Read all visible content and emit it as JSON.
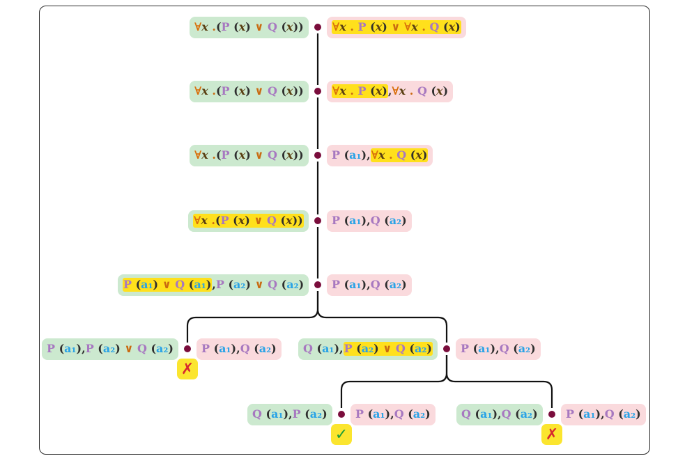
{
  "nodes": [
    {
      "id": "n1",
      "left": [
        [
          [
            "q",
            "∀"
          ],
          [
            "vr",
            "x"
          ],
          [
            "op",
            " ."
          ],
          [
            "pu",
            "("
          ],
          [
            "pr",
            "P"
          ],
          [
            "pu",
            " ("
          ],
          [
            "vr",
            "x"
          ],
          [
            "pu",
            ")"
          ],
          [
            "op",
            " ∨ "
          ],
          [
            "pr",
            "Q"
          ],
          [
            "pu",
            " ("
          ],
          [
            "vr",
            "x"
          ],
          [
            "pu",
            "))"
          ]
        ]
      ],
      "right": [
        [
          [
            "q",
            "∀"
          ],
          [
            "vr",
            "x"
          ],
          [
            "op",
            " . "
          ],
          [
            "pr",
            "P"
          ],
          [
            "pu",
            " ("
          ],
          [
            "vr",
            "x"
          ],
          [
            "pu",
            ")"
          ],
          [
            "op",
            " ∨ "
          ],
          [
            "q",
            "∀"
          ],
          [
            "vr",
            "x"
          ],
          [
            "op",
            " . "
          ],
          [
            "pr",
            "Q"
          ],
          [
            "pu",
            " ("
          ],
          [
            "vr",
            "x"
          ],
          [
            "pu",
            ")"
          ]
        ]
      ],
      "hl_right": [
        0
      ]
    },
    {
      "id": "n2",
      "left": [
        [
          [
            "q",
            "∀"
          ],
          [
            "vr",
            "x"
          ],
          [
            "op",
            " ."
          ],
          [
            "pu",
            "("
          ],
          [
            "pr",
            "P"
          ],
          [
            "pu",
            " ("
          ],
          [
            "vr",
            "x"
          ],
          [
            "pu",
            ")"
          ],
          [
            "op",
            " ∨ "
          ],
          [
            "pr",
            "Q"
          ],
          [
            "pu",
            " ("
          ],
          [
            "vr",
            "x"
          ],
          [
            "pu",
            "))"
          ]
        ]
      ],
      "right": [
        [
          [
            "q",
            "∀"
          ],
          [
            "vr",
            "x"
          ],
          [
            "op",
            " . "
          ],
          [
            "pr",
            "P"
          ],
          [
            "pu",
            " ("
          ],
          [
            "vr",
            "x"
          ],
          [
            "pu",
            ")"
          ]
        ],
        [
          [
            "q",
            "∀"
          ],
          [
            "vr",
            "x"
          ],
          [
            "op",
            " . "
          ],
          [
            "pr",
            "Q"
          ],
          [
            "pu",
            " ("
          ],
          [
            "vr",
            "x"
          ],
          [
            "pu",
            ")"
          ]
        ]
      ],
      "hl_right": [
        0
      ]
    },
    {
      "id": "n3",
      "left": [
        [
          [
            "q",
            "∀"
          ],
          [
            "vr",
            "x"
          ],
          [
            "op",
            " ."
          ],
          [
            "pu",
            "("
          ],
          [
            "pr",
            "P"
          ],
          [
            "pu",
            " ("
          ],
          [
            "vr",
            "x"
          ],
          [
            "pu",
            ")"
          ],
          [
            "op",
            " ∨ "
          ],
          [
            "pr",
            "Q"
          ],
          [
            "pu",
            " ("
          ],
          [
            "vr",
            "x"
          ],
          [
            "pu",
            "))"
          ]
        ]
      ],
      "right": [
        [
          [
            "pr",
            "P"
          ],
          [
            "pu",
            " ("
          ],
          [
            "cn",
            "a₁"
          ],
          [
            "pu",
            ")"
          ]
        ],
        [
          [
            "q",
            "∀"
          ],
          [
            "vr",
            "x"
          ],
          [
            "op",
            " . "
          ],
          [
            "pr",
            "Q"
          ],
          [
            "pu",
            " ("
          ],
          [
            "vr",
            "x"
          ],
          [
            "pu",
            ")"
          ]
        ]
      ],
      "hl_right": [
        1
      ]
    },
    {
      "id": "n4",
      "left": [
        [
          [
            "q",
            "∀"
          ],
          [
            "vr",
            "x"
          ],
          [
            "op",
            " ."
          ],
          [
            "pu",
            "("
          ],
          [
            "pr",
            "P"
          ],
          [
            "pu",
            " ("
          ],
          [
            "vr",
            "x"
          ],
          [
            "pu",
            ")"
          ],
          [
            "op",
            " ∨ "
          ],
          [
            "pr",
            "Q"
          ],
          [
            "pu",
            " ("
          ],
          [
            "vr",
            "x"
          ],
          [
            "pu",
            "))"
          ]
        ]
      ],
      "right": [
        [
          [
            "pr",
            "P"
          ],
          [
            "pu",
            " ("
          ],
          [
            "cn",
            "a₁"
          ],
          [
            "pu",
            ")"
          ]
        ],
        [
          [
            "pr",
            "Q"
          ],
          [
            "pu",
            " ("
          ],
          [
            "cn",
            "a₂"
          ],
          [
            "pu",
            ")"
          ]
        ]
      ],
      "hl_left": [
        0
      ]
    },
    {
      "id": "n5",
      "left": [
        [
          [
            "pr",
            "P"
          ],
          [
            "pu",
            " ("
          ],
          [
            "cn",
            "a₁"
          ],
          [
            "pu",
            ")"
          ],
          [
            "op",
            " ∨ "
          ],
          [
            "pr",
            "Q"
          ],
          [
            "pu",
            " ("
          ],
          [
            "cn",
            "a₁"
          ],
          [
            "pu",
            ")"
          ]
        ],
        [
          [
            "pr",
            "P"
          ],
          [
            "pu",
            " ("
          ],
          [
            "cn",
            "a₂"
          ],
          [
            "pu",
            ")"
          ],
          [
            "op",
            " ∨ "
          ],
          [
            "pr",
            "Q"
          ],
          [
            "pu",
            " ("
          ],
          [
            "cn",
            "a₂"
          ],
          [
            "pu",
            ")"
          ]
        ]
      ],
      "right": [
        [
          [
            "pr",
            "P"
          ],
          [
            "pu",
            " ("
          ],
          [
            "cn",
            "a₁"
          ],
          [
            "pu",
            ")"
          ]
        ],
        [
          [
            "pr",
            "Q"
          ],
          [
            "pu",
            " ("
          ],
          [
            "cn",
            "a₂"
          ],
          [
            "pu",
            ")"
          ]
        ]
      ],
      "hl_left": [
        0
      ]
    },
    {
      "id": "n6",
      "left": [
        [
          [
            "pr",
            "P"
          ],
          [
            "pu",
            " ("
          ],
          [
            "cn",
            "a₁"
          ],
          [
            "pu",
            ")"
          ]
        ],
        [
          [
            "pr",
            "P"
          ],
          [
            "pu",
            " ("
          ],
          [
            "cn",
            "a₂"
          ],
          [
            "pu",
            ")"
          ],
          [
            "op",
            " ∨ "
          ],
          [
            "pr",
            "Q"
          ],
          [
            "pu",
            " ("
          ],
          [
            "cn",
            "a₂"
          ],
          [
            "pu",
            ")"
          ]
        ]
      ],
      "right": [
        [
          [
            "pr",
            "P"
          ],
          [
            "pu",
            " ("
          ],
          [
            "cn",
            "a₁"
          ],
          [
            "pu",
            ")"
          ]
        ],
        [
          [
            "pr",
            "Q"
          ],
          [
            "pu",
            " ("
          ],
          [
            "cn",
            "a₂"
          ],
          [
            "pu",
            ")"
          ]
        ]
      ],
      "mark": "✗"
    },
    {
      "id": "n7",
      "left": [
        [
          [
            "pr",
            "Q"
          ],
          [
            "pu",
            " ("
          ],
          [
            "cn",
            "a₁"
          ],
          [
            "pu",
            ")"
          ]
        ],
        [
          [
            "pr",
            "P"
          ],
          [
            "pu",
            " ("
          ],
          [
            "cn",
            "a₂"
          ],
          [
            "pu",
            ")"
          ],
          [
            "op",
            " ∨ "
          ],
          [
            "pr",
            "Q"
          ],
          [
            "pu",
            " ("
          ],
          [
            "cn",
            "a₂"
          ],
          [
            "pu",
            ")"
          ]
        ]
      ],
      "right": [
        [
          [
            "pr",
            "P"
          ],
          [
            "pu",
            " ("
          ],
          [
            "cn",
            "a₁"
          ],
          [
            "pu",
            ")"
          ]
        ],
        [
          [
            "pr",
            "Q"
          ],
          [
            "pu",
            " ("
          ],
          [
            "cn",
            "a₂"
          ],
          [
            "pu",
            ")"
          ]
        ]
      ],
      "hl_left": [
        1
      ]
    },
    {
      "id": "n8",
      "left": [
        [
          [
            "pr",
            "Q"
          ],
          [
            "pu",
            " ("
          ],
          [
            "cn",
            "a₁"
          ],
          [
            "pu",
            ")"
          ]
        ],
        [
          [
            "pr",
            "P"
          ],
          [
            "pu",
            " ("
          ],
          [
            "cn",
            "a₂"
          ],
          [
            "pu",
            ")"
          ]
        ]
      ],
      "right": [
        [
          [
            "pr",
            "P"
          ],
          [
            "pu",
            " ("
          ],
          [
            "cn",
            "a₁"
          ],
          [
            "pu",
            ")"
          ]
        ],
        [
          [
            "pr",
            "Q"
          ],
          [
            "pu",
            " ("
          ],
          [
            "cn",
            "a₂"
          ],
          [
            "pu",
            ")"
          ]
        ]
      ],
      "mark": "✓"
    },
    {
      "id": "n9",
      "left": [
        [
          [
            "pr",
            "Q"
          ],
          [
            "pu",
            " ("
          ],
          [
            "cn",
            "a₁"
          ],
          [
            "pu",
            ")"
          ]
        ],
        [
          [
            "pr",
            "Q"
          ],
          [
            "pu",
            " ("
          ],
          [
            "cn",
            "a₂"
          ],
          [
            "pu",
            ")"
          ]
        ]
      ],
      "right": [
        [
          [
            "pr",
            "P"
          ],
          [
            "pu",
            " ("
          ],
          [
            "cn",
            "a₁"
          ],
          [
            "pu",
            ")"
          ]
        ],
        [
          [
            "pr",
            "Q"
          ],
          [
            "pu",
            " ("
          ],
          [
            "cn",
            "a₂"
          ],
          [
            "pu",
            ")"
          ]
        ]
      ],
      "mark": "✗"
    }
  ],
  "edges": [
    [
      "n1",
      "n2"
    ],
    [
      "n2",
      "n3"
    ],
    [
      "n3",
      "n4"
    ],
    [
      "n4",
      "n5"
    ],
    [
      "n5",
      "n6"
    ],
    [
      "n5",
      "n7"
    ],
    [
      "n7",
      "n8"
    ],
    [
      "n7",
      "n9"
    ]
  ]
}
